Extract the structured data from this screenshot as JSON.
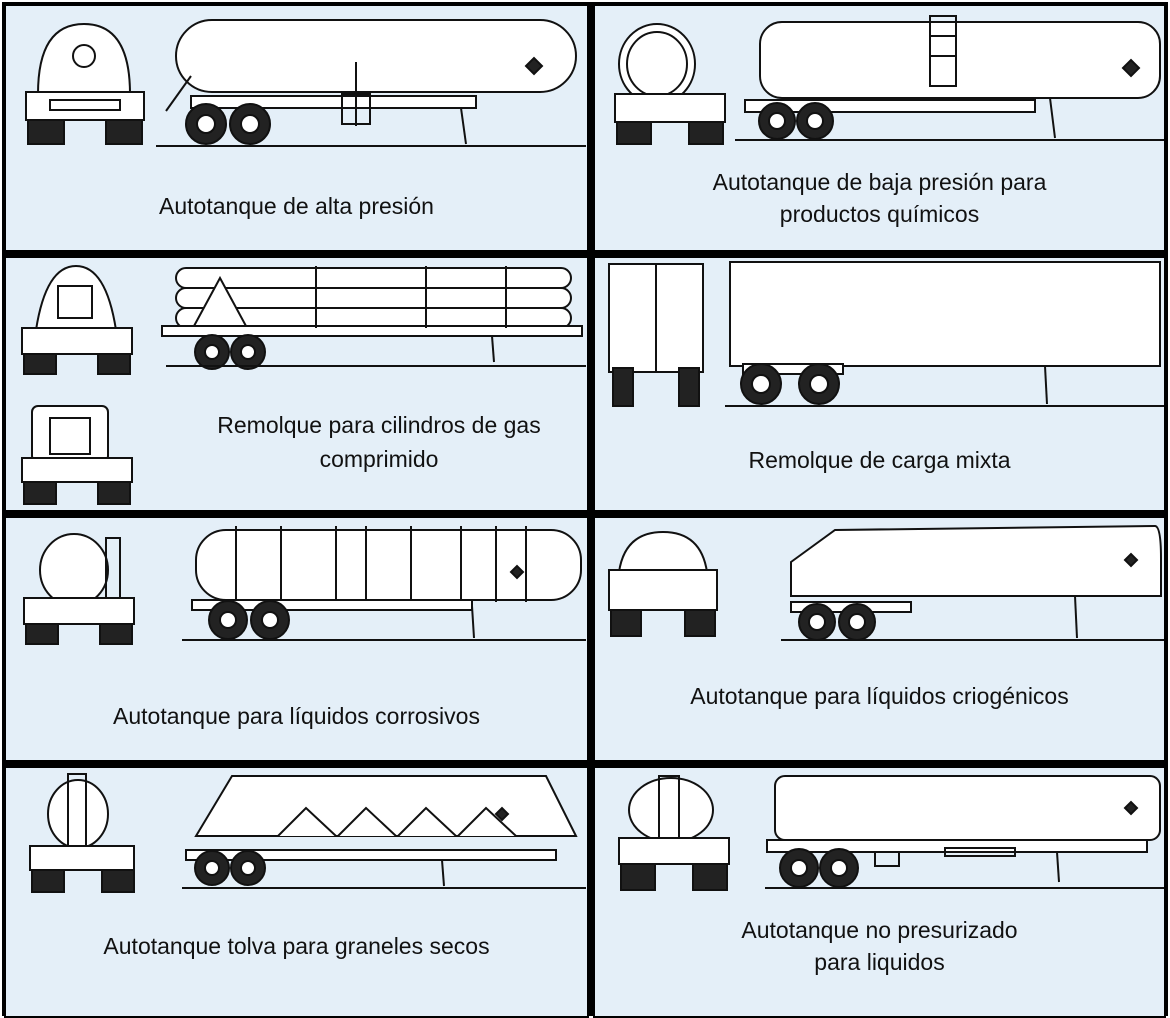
{
  "panels": [
    {
      "id": "high-pressure-tanker",
      "caption": [
        "Autotanque de alta presión"
      ]
    },
    {
      "id": "low-pressure-chemical-tanker",
      "caption": [
        "Autotanque  de baja presión para",
        "productos químicos"
      ]
    },
    {
      "id": "compressed-gas-cylinder-trailer",
      "caption": [
        "Remolque para cilindros de gas",
        "comprimido"
      ]
    },
    {
      "id": "mixed-cargo-trailer",
      "caption": [
        "Remolque de  carga mixta"
      ]
    },
    {
      "id": "corrosive-liquids-tanker",
      "caption": [
        "Autotanque para líquidos corrosivos"
      ]
    },
    {
      "id": "cryogenic-liquids-tanker",
      "caption": [
        "Autotanque para líquidos criogénicos"
      ]
    },
    {
      "id": "dry-bulk-hopper-tanker",
      "caption": [
        "Autotanque tolva para graneles secos"
      ]
    },
    {
      "id": "non-pressurized-liquids-tanker",
      "caption": [
        "Autotanque no presurizado",
        "para liquidos"
      ]
    }
  ],
  "colors": {
    "panel_bg": "#e4eff8",
    "border": "#000000",
    "line": "#111111"
  }
}
